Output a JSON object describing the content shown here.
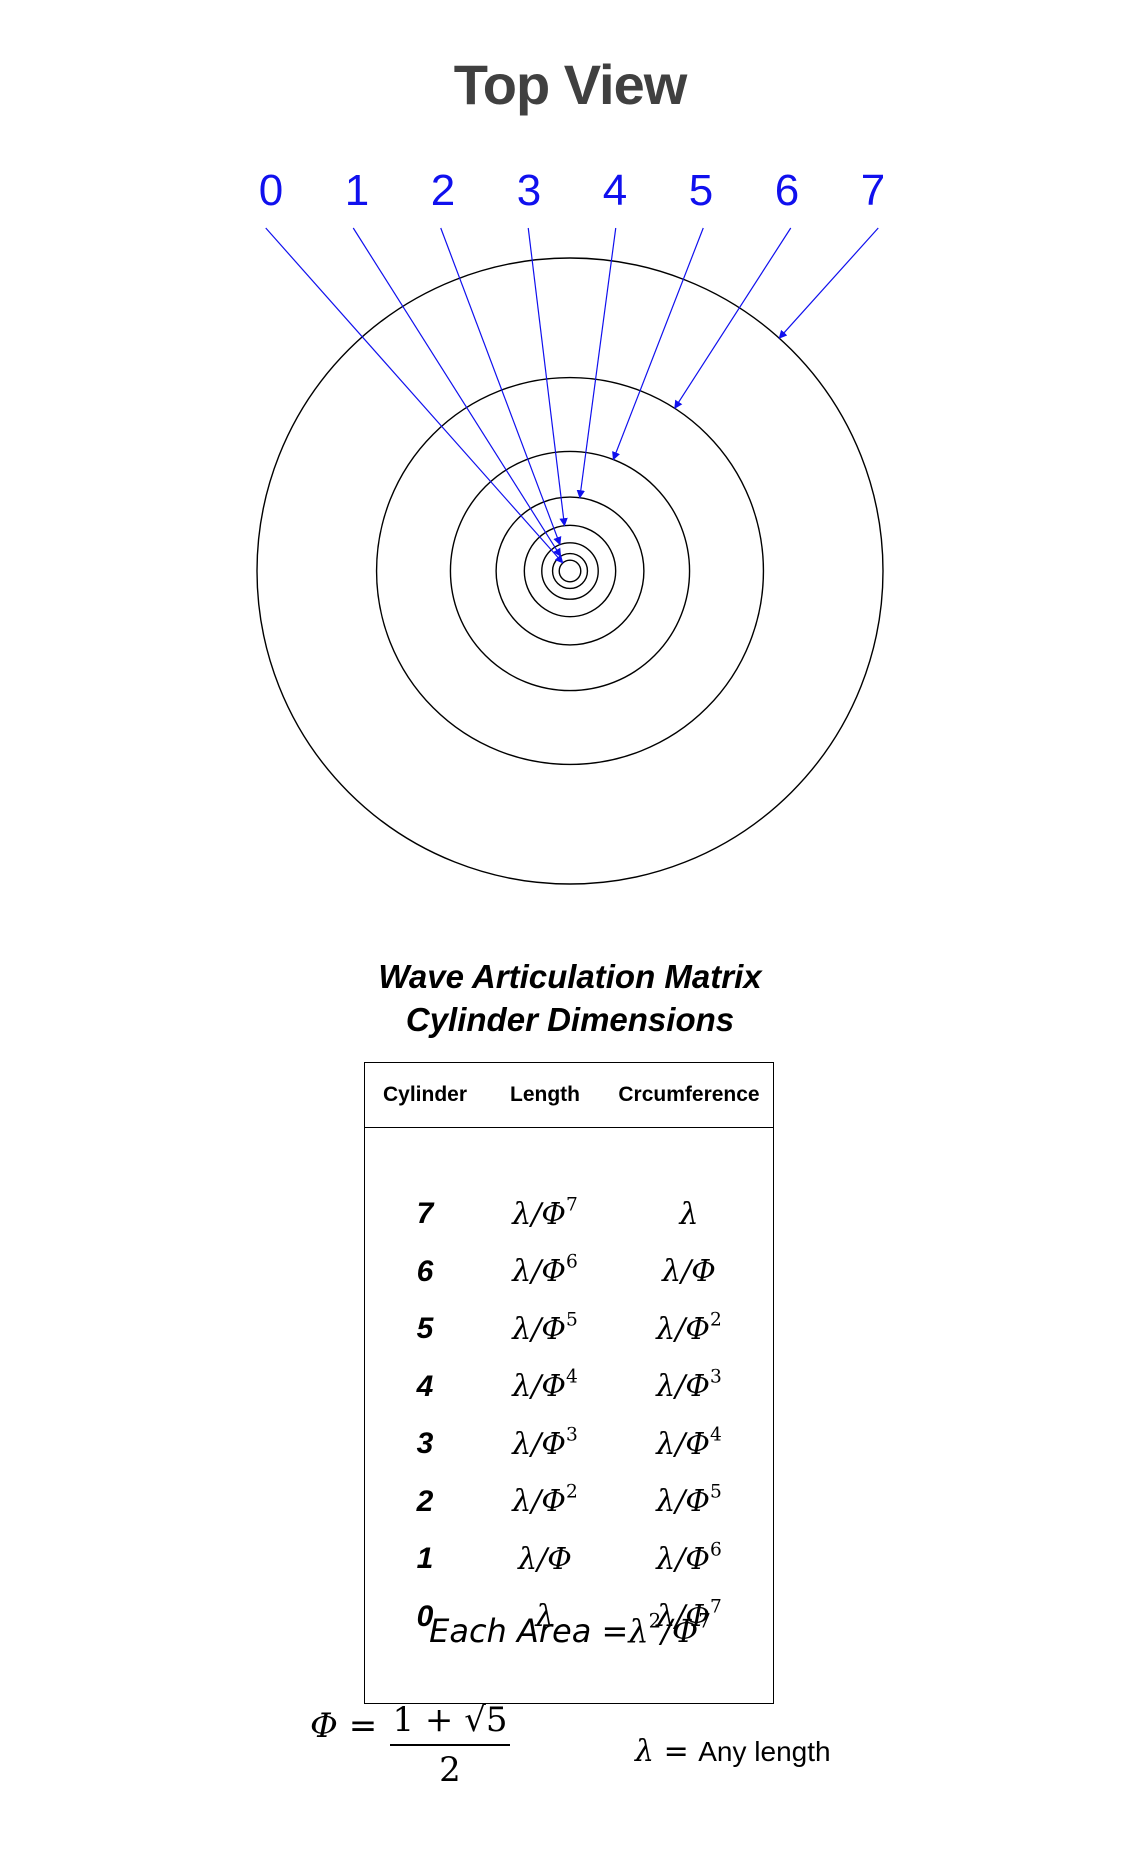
{
  "title": "Top View",
  "callout_labels": [
    "0",
    "1",
    "2",
    "3",
    "4",
    "5",
    "6",
    "7"
  ],
  "colors": {
    "callout": "#1010ee",
    "circles": "#000000",
    "title": "#404040"
  },
  "matrix": {
    "title_line1": "Wave Articulation Matrix",
    "title_line2": "Cylinder Dimensions",
    "headers": {
      "cylinder": "Cylinder",
      "length": "Length",
      "circumference": "Crcumference"
    },
    "rows": [
      {
        "cylinder": "7",
        "length": {
          "base": "λ/Φ",
          "exp": "7"
        },
        "circ": {
          "base": "λ",
          "exp": ""
        }
      },
      {
        "cylinder": "6",
        "length": {
          "base": "λ/Φ",
          "exp": "6"
        },
        "circ": {
          "base": "λ/Φ",
          "exp": ""
        }
      },
      {
        "cylinder": "5",
        "length": {
          "base": "λ/Φ",
          "exp": "5"
        },
        "circ": {
          "base": "λ/Φ",
          "exp": "2"
        }
      },
      {
        "cylinder": "4",
        "length": {
          "base": "λ/Φ",
          "exp": "4"
        },
        "circ": {
          "base": "λ/Φ",
          "exp": "3"
        }
      },
      {
        "cylinder": "3",
        "length": {
          "base": "λ/Φ",
          "exp": "3"
        },
        "circ": {
          "base": "λ/Φ",
          "exp": "4"
        }
      },
      {
        "cylinder": "2",
        "length": {
          "base": "λ/Φ",
          "exp": "2"
        },
        "circ": {
          "base": "λ/Φ",
          "exp": "5"
        }
      },
      {
        "cylinder": "1",
        "length": {
          "base": "λ/Φ",
          "exp": ""
        },
        "circ": {
          "base": "λ/Φ",
          "exp": "6"
        }
      },
      {
        "cylinder": "0",
        "length": {
          "base": "λ",
          "exp": ""
        },
        "circ": {
          "base": "λ/Φ",
          "exp": "7"
        }
      }
    ]
  },
  "area_formula": {
    "label": "Each Area",
    "eq": "=",
    "lambda": "λ",
    "lambda_exp": "2",
    "slash_phi": "/Φ",
    "phi_exp": "7"
  },
  "phi_definition": {
    "symbol": "Φ",
    "eq": "=",
    "numerator": "1 + √5",
    "denominator": "2"
  },
  "lambda_definition": {
    "symbol": "λ",
    "eq": "=",
    "text": "Any length"
  }
}
